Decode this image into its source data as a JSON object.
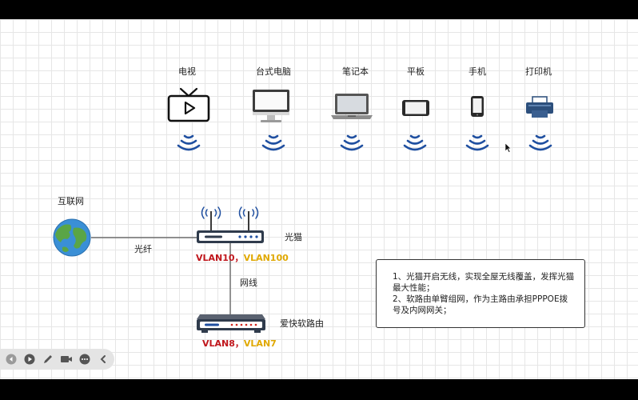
{
  "devices": {
    "tv": "电视",
    "desktop": "台式电脑",
    "laptop": "笔记本",
    "tablet": "平板",
    "phone": "手机",
    "printer": "打印机"
  },
  "internet": {
    "label": "互联网"
  },
  "fiber": {
    "label": "光纤"
  },
  "modem": {
    "label": "光猫",
    "vlan_a": "VLAN10，",
    "vlan_b": "VLAN100"
  },
  "cable": {
    "label": "网线"
  },
  "router": {
    "label": "爱快软路由",
    "vlan_a": "VLAN8，",
    "vlan_b": "VLAN7"
  },
  "note": {
    "line1": "1、光猫开启无线，实现全屋无线覆盖，发挥光猫最大性能；",
    "line2": "2、软路由单臂组网，作为主路由承担PPPOE拨号及内网网关；"
  },
  "colors": {
    "vlan_red": "#c0161c",
    "vlan_yellow": "#e0a800",
    "wifi_blue": "#1f4fa0"
  },
  "toolbar": {
    "icons": [
      "prev-icon",
      "play-icon",
      "pen-icon",
      "camera-icon",
      "more-icon",
      "collapse-icon"
    ]
  }
}
